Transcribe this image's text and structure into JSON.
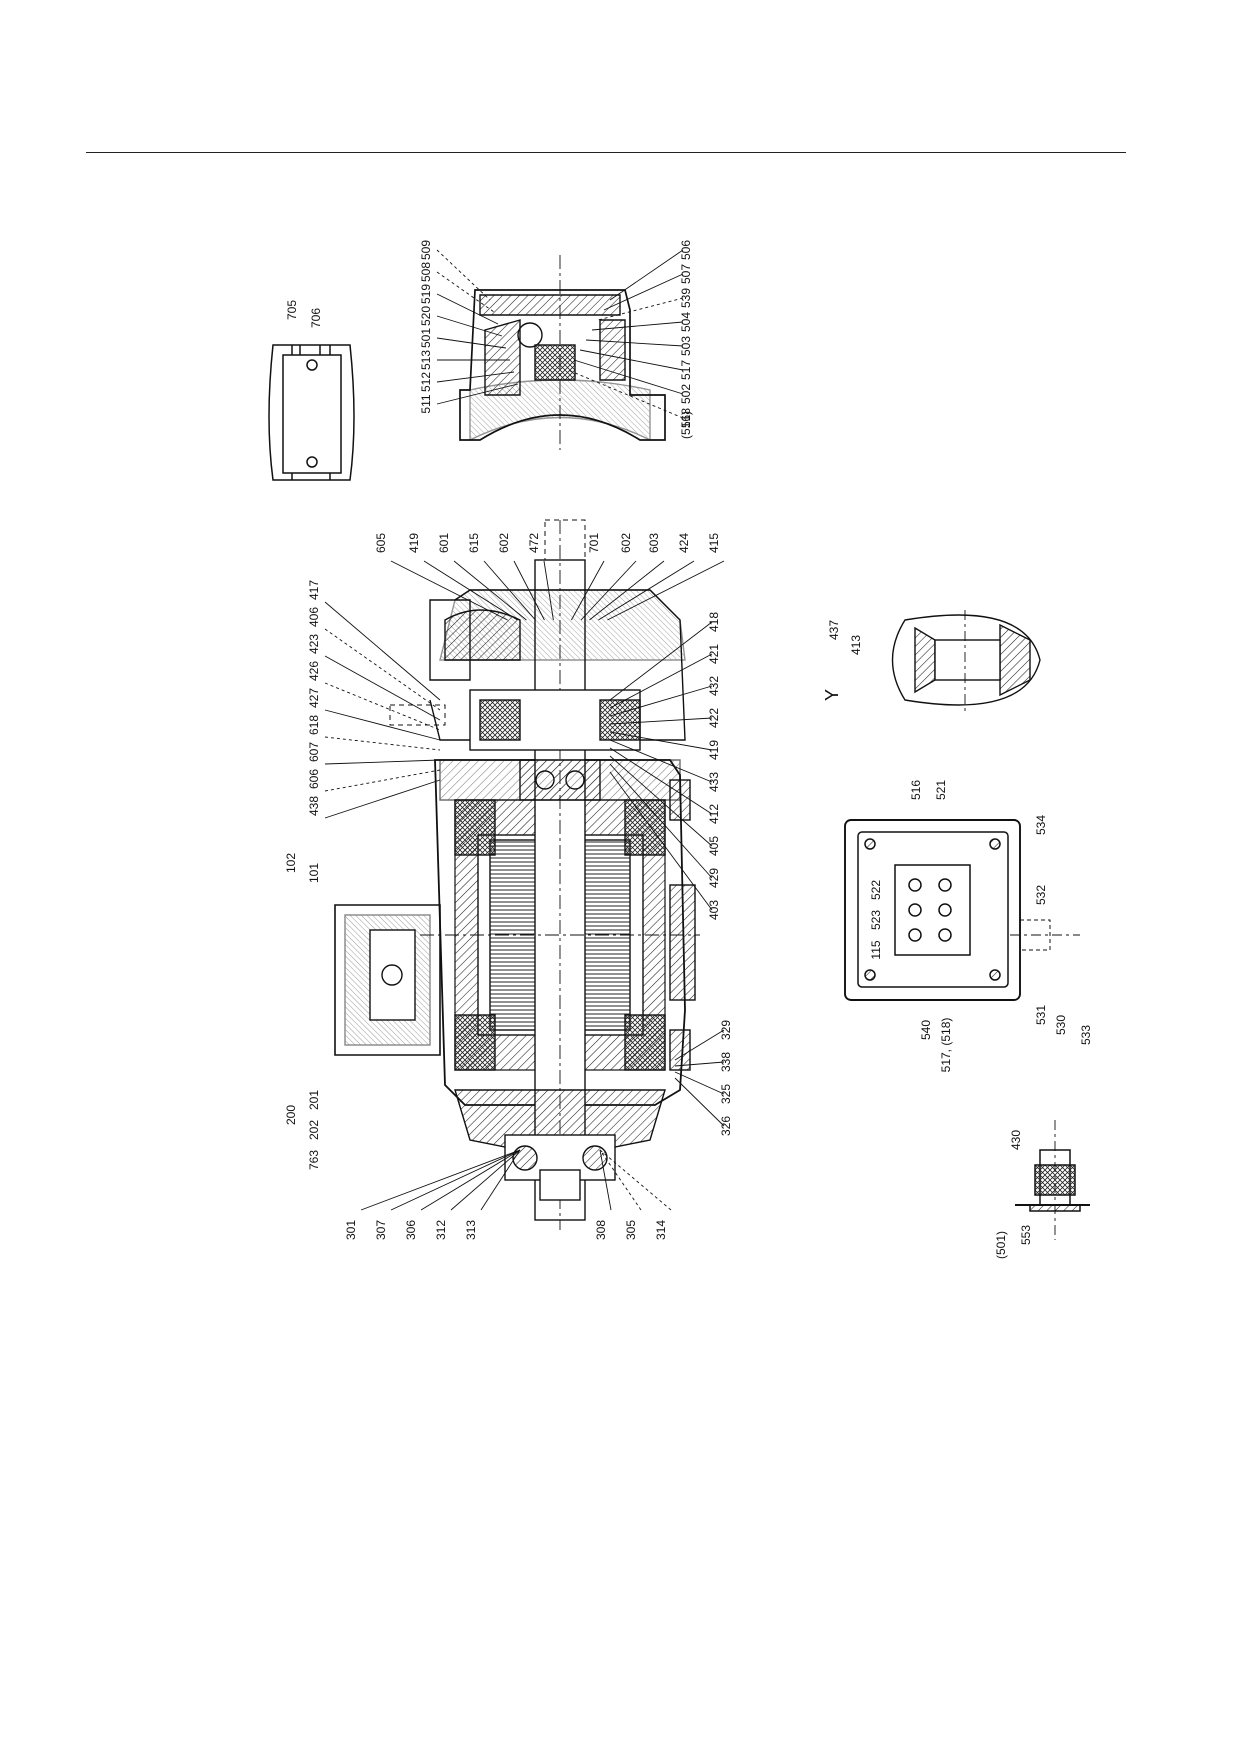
{
  "page": {
    "view_label": "Y"
  },
  "main_view": {
    "top_labels": [
      "605",
      "419",
      "601",
      "615",
      "602",
      "472",
      "701",
      "602",
      "603",
      "424",
      "415"
    ],
    "right_labels": [
      "418",
      "421",
      "432",
      "422",
      "419",
      "433",
      "412",
      "405",
      "429",
      "403"
    ],
    "left_labels": [
      "417",
      "406",
      "423",
      "426",
      "427",
      "618",
      "607",
      "606",
      "438"
    ],
    "group_102": "102",
    "group_101": "101",
    "group_200": "200",
    "group_200_sub": [
      "201",
      "202"
    ],
    "left_lower_labels": [
      "763"
    ],
    "bottom_labels": [
      "301",
      "307",
      "306",
      "312",
      "313",
      "308",
      "305",
      "314"
    ],
    "bottom_right_labels": [
      "329",
      "338",
      "325",
      "326"
    ]
  },
  "terminal_box_section": {
    "top_labels": [
      "509",
      "508",
      "519",
      "520",
      "501",
      "513",
      "512",
      "511"
    ],
    "right_labels": [
      "506",
      "507",
      "539",
      "504",
      "503",
      "517",
      "502",
      "518"
    ],
    "bottom_labels": [
      "(516)"
    ]
  },
  "cover_detail": {
    "labels": [
      "705",
      "706"
    ]
  },
  "detail_y": {
    "labels": [
      "437",
      "413"
    ]
  },
  "terminal_box_top": {
    "labels": [
      "516",
      "521",
      "534",
      "532",
      "531",
      "530",
      "533",
      "522",
      "523",
      "115",
      "540",
      "517, (518)"
    ]
  },
  "cable_gland": {
    "labels": [
      "430",
      "(501)",
      "553"
    ]
  }
}
